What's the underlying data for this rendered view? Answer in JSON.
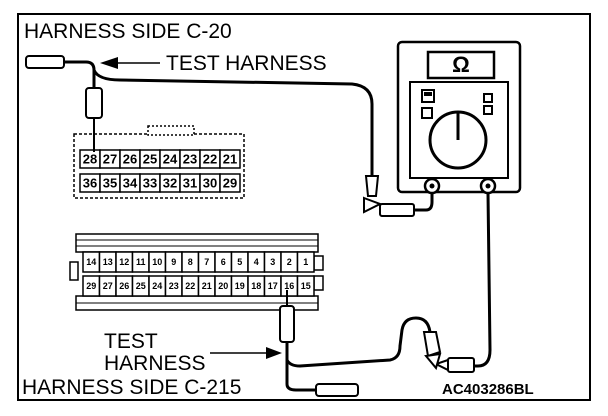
{
  "labels": {
    "harness_side_top": "HARNESS SIDE C-20",
    "test_harness_top": "TEST HARNESS",
    "test_harness_bottom_line1": "TEST",
    "test_harness_bottom_line2": "HARNESS",
    "harness_side_bottom": "HARNESS SIDE C-215",
    "figure_code": "AC403286BL"
  },
  "ohmmeter": {
    "symbol": "Ω"
  },
  "connector_c20": {
    "row_top": [
      "28",
      "27",
      "26",
      "25",
      "24",
      "23",
      "22",
      "21"
    ],
    "row_bottom": [
      "36",
      "35",
      "34",
      "33",
      "32",
      "31",
      "30",
      "29"
    ]
  },
  "connector_c215": {
    "row_top": [
      "14",
      "13",
      "12",
      "11",
      "10",
      "9",
      "8",
      "7",
      "6",
      "5",
      "4",
      "3",
      "2",
      "1"
    ],
    "row_bottom": [
      "29",
      "27",
      "26",
      "25",
      "24",
      "23",
      "22",
      "21",
      "20",
      "19",
      "18",
      "17",
      "16",
      "15"
    ]
  }
}
